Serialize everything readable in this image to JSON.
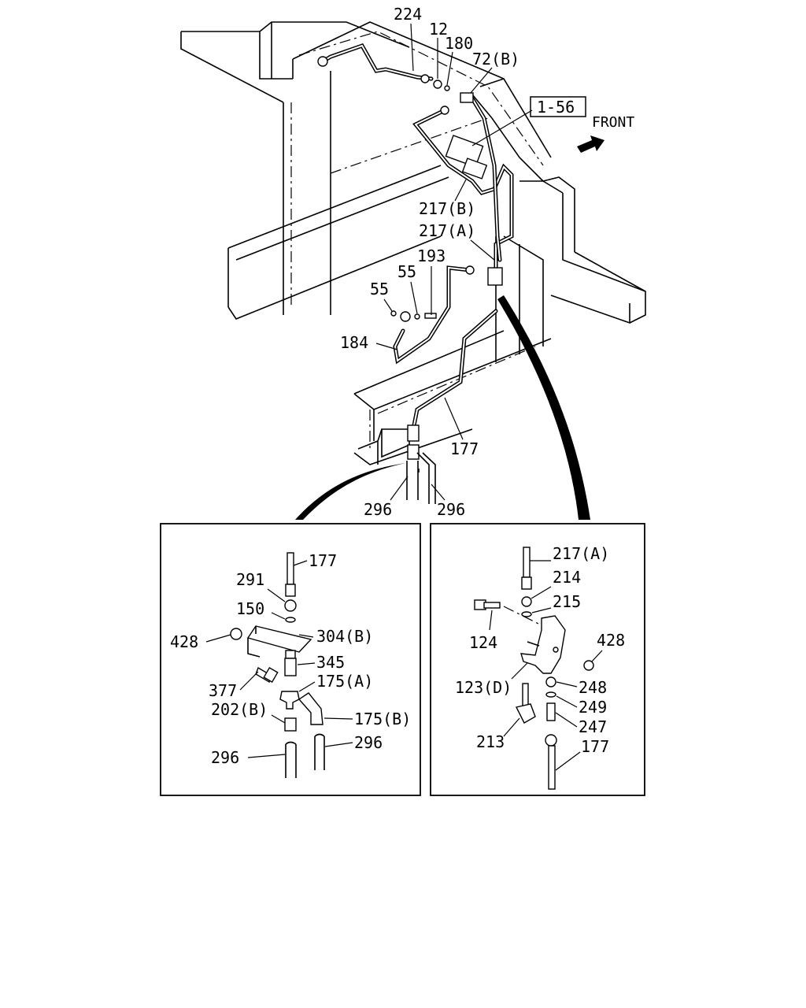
{
  "diagram": {
    "reference": "1-56",
    "front_label": "FRONT",
    "main_labels": {
      "l224": "224",
      "l12": "12",
      "l180": "180",
      "l72b": "72(B)",
      "l217b": "217(B)",
      "l217a": "217(A)",
      "l193": "193",
      "l55a": "55",
      "l55b": "55",
      "l184": "184",
      "l177": "177",
      "l296a": "296",
      "l296b": "296"
    },
    "left_detail": {
      "l177": "177",
      "l291": "291",
      "l150": "150",
      "l428": "428",
      "l304b": "304(B)",
      "l345": "345",
      "l377": "377",
      "l175a": "175(A)",
      "l202b": "202(B)",
      "l175b": "175(B)",
      "l296a": "296",
      "l296b": "296"
    },
    "right_detail": {
      "l217a": "217(A)",
      "l214": "214",
      "l215": "215",
      "l124": "124",
      "l428": "428",
      "l123d": "123(D)",
      "l248": "248",
      "l249": "249",
      "l247": "247",
      "l213": "213",
      "l177": "177"
    }
  }
}
